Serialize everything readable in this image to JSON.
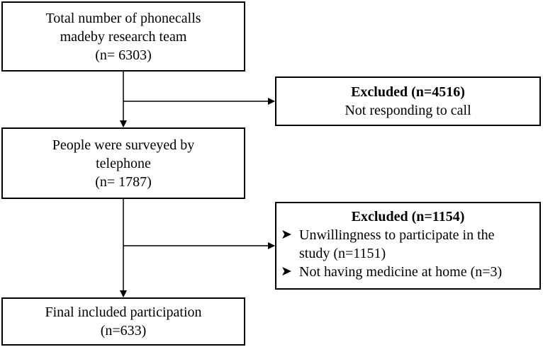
{
  "box1": {
    "lines": [
      "Total number of phonecalls",
      "madeby research team",
      "(n= 6303)"
    ]
  },
  "excluded1": {
    "title": "Excluded (n=4516)",
    "line": "Not responding to call"
  },
  "box2": {
    "lines": [
      "People were surveyed by",
      "telephone",
      "(n= 1787)"
    ]
  },
  "excluded2": {
    "title": "Excluded (n=1154)",
    "bullet_icon": "arrow-bullet-icon",
    "items": [
      {
        "line1": "Unwillingness to participate in the",
        "line2": "study (n=1151)"
      },
      {
        "line1": "Not having medicine at home (n=3)"
      }
    ]
  },
  "box3": {
    "lines": [
      "Final included participation",
      "(n=633)"
    ]
  }
}
